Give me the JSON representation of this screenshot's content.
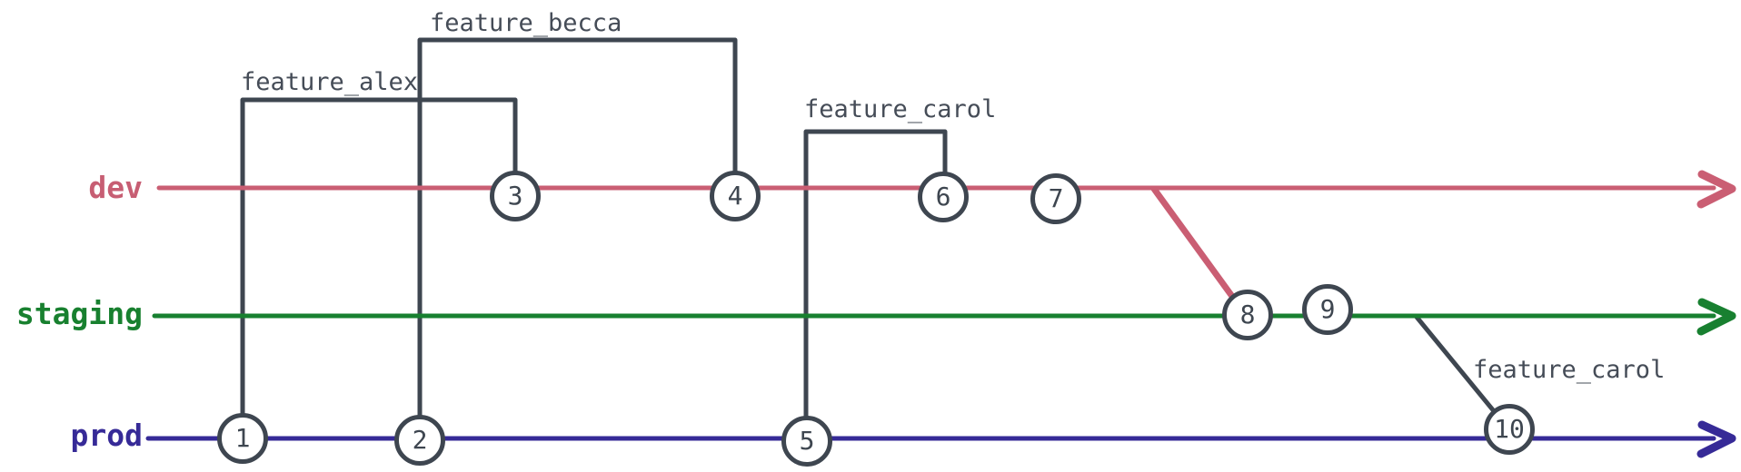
{
  "branches": [
    {
      "name": "dev",
      "color": "#ca5e73"
    },
    {
      "name": "staging",
      "color": "#188030"
    },
    {
      "name": "prod",
      "color": "#362a97"
    }
  ],
  "feature_labels": [
    {
      "text": "feature_alex"
    },
    {
      "text": "feature_becca"
    },
    {
      "text": "feature_carol"
    },
    {
      "text": "feature_carol"
    }
  ],
  "commits": [
    {
      "label": "1",
      "branch": "prod"
    },
    {
      "label": "2",
      "branch": "prod"
    },
    {
      "label": "3",
      "branch": "dev"
    },
    {
      "label": "4",
      "branch": "dev"
    },
    {
      "label": "5",
      "branch": "prod"
    },
    {
      "label": "6",
      "branch": "dev"
    },
    {
      "label": "7",
      "branch": "dev"
    },
    {
      "label": "8",
      "branch": "staging"
    },
    {
      "label": "9",
      "branch": "staging"
    },
    {
      "label": "10",
      "branch": "prod"
    }
  ],
  "edge_color": "#3e4650"
}
